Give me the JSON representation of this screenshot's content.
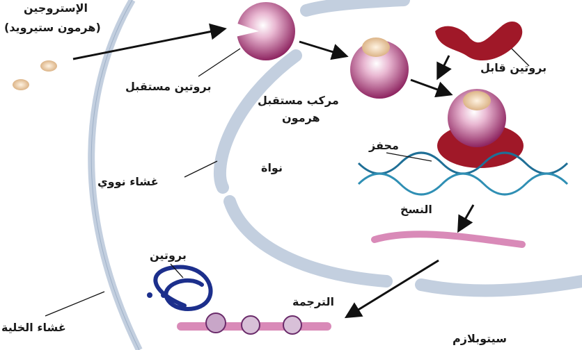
{
  "labels": {
    "estrogen": "الإستروجين",
    "estrogen_note": "(هرمون ستيرويد)",
    "receptor_protein": "بروتين مستقبل",
    "hormone_receptor_complex_1": "مركب مستقبل",
    "hormone_receptor_complex_2": "هرمون",
    "acceptor_protein": "بروتين قابل",
    "promoter": "محفز",
    "nucleus": "نواة",
    "nuclear_membrane": "غشاء نووي",
    "transcription": "النسخ",
    "protein": "بروتين",
    "translation": "الترجمة",
    "cell_membrane": "غشاء الخلية",
    "cytoplasm": "سيتوبلازم"
  },
  "colors": {
    "membrane": "#c3cfdf",
    "receptor": "#9c2f6c",
    "acceptor": "#a01828",
    "dna_a": "#1f6f96",
    "dna_b": "#2f8fb4",
    "mrna": "#d98ab8",
    "protein_chain": "#1c2f8c",
    "hormone": "#e8c8a0",
    "arrow": "#111111"
  }
}
